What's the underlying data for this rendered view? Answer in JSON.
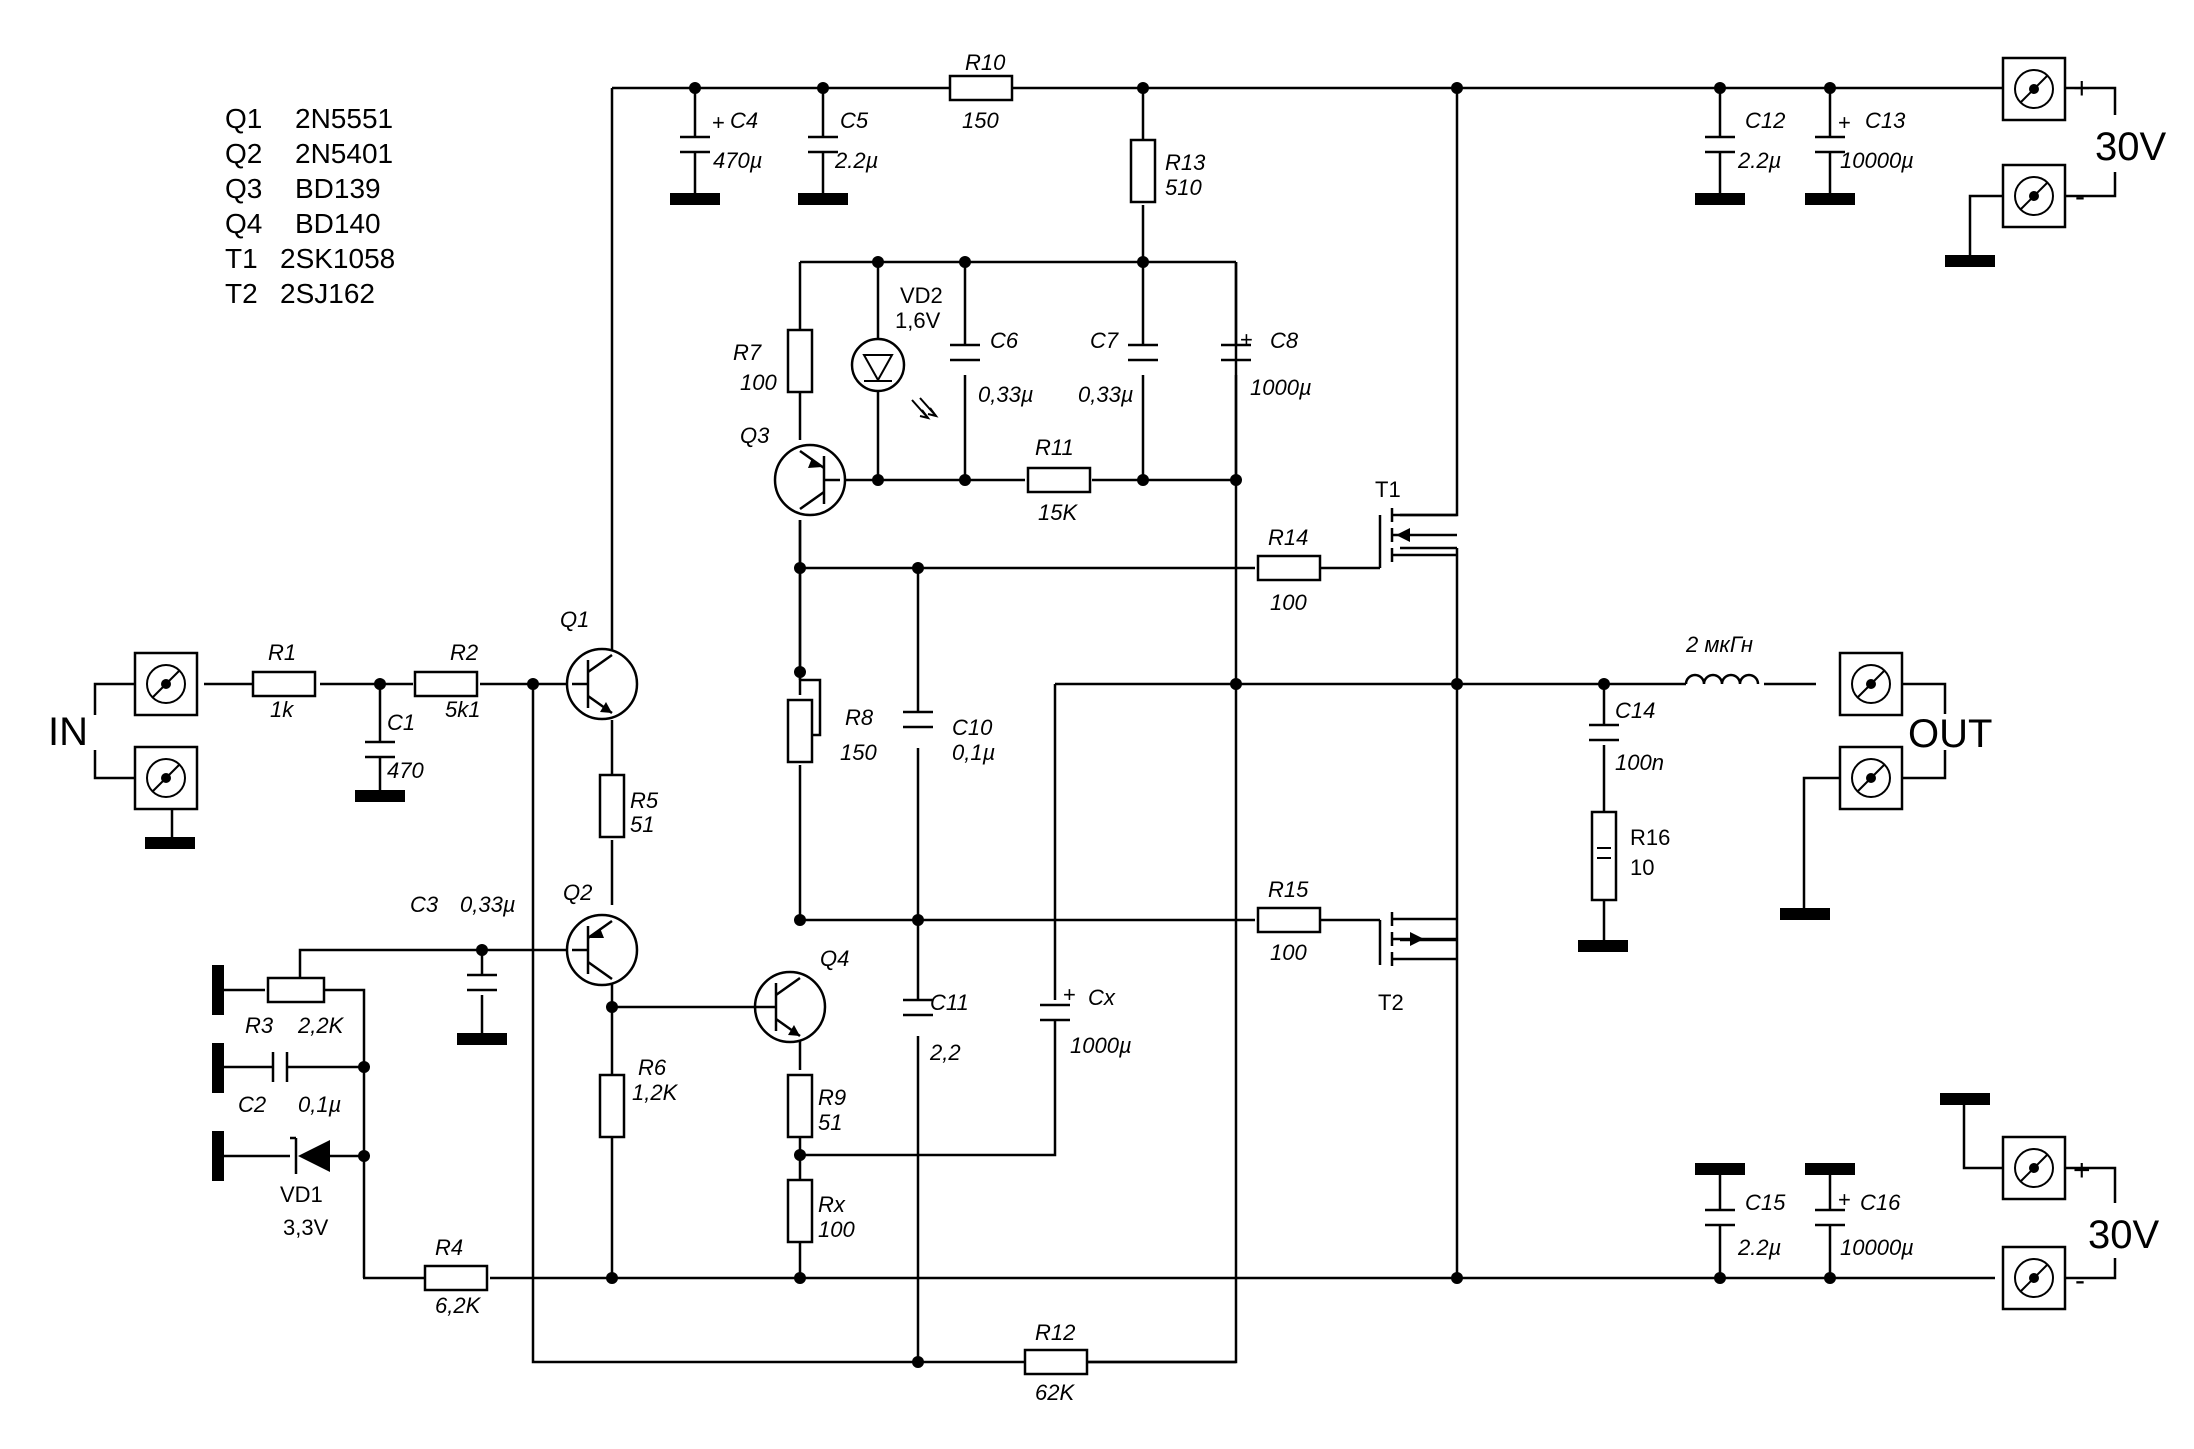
{
  "bom": [
    {
      "ref": "Q1",
      "part": "2N5551"
    },
    {
      "ref": "Q2",
      "part": "2N5401"
    },
    {
      "ref": "Q3",
      "part": "BD139"
    },
    {
      "ref": "Q4",
      "part": "BD140"
    },
    {
      "ref": "T1",
      "part": "2SK1058"
    },
    {
      "ref": "T2",
      "part": "2SJ162"
    }
  ],
  "terminals": {
    "in": "IN",
    "out": "OUT",
    "supply_top": "30V",
    "supply_bottom": "30V",
    "plus": "+",
    "minus": "-"
  },
  "components": {
    "R1": {
      "name": "R1",
      "value": "1k"
    },
    "R2": {
      "name": "R2",
      "value": "5k1"
    },
    "C1": {
      "name": "C1",
      "value": "470"
    },
    "Q1": {
      "name": "Q1"
    },
    "Q2": {
      "name": "Q2"
    },
    "Q3": {
      "name": "Q3"
    },
    "Q4": {
      "name": "Q4"
    },
    "R5": {
      "name": "R5",
      "value": "51"
    },
    "C3": {
      "name": "C3",
      "value": "0,33µ"
    },
    "R3": {
      "name": "R3",
      "value": "2,2K"
    },
    "C2": {
      "name": "C2",
      "value": "0,1µ"
    },
    "VD1": {
      "name": "VD1",
      "value": "3,3V"
    },
    "R4": {
      "name": "R4",
      "value": "6,2K"
    },
    "R6": {
      "name": "R6",
      "value": "1,2K"
    },
    "R12": {
      "name": "R12",
      "value": "62K"
    },
    "C4": {
      "name": "C4",
      "value": "470µ"
    },
    "C5": {
      "name": "C5",
      "value": "2.2µ"
    },
    "R10": {
      "name": "R10",
      "value": "150"
    },
    "R13": {
      "name": "R13",
      "value": "510"
    },
    "R7": {
      "name": "R7",
      "value": "100"
    },
    "VD2": {
      "name": "VD2",
      "value": "1,6V"
    },
    "C6": {
      "name": "C6",
      "value": "0,33µ"
    },
    "C7": {
      "name": "C7",
      "value": "0,33µ"
    },
    "C8": {
      "name": "C8",
      "value": "1000µ"
    },
    "R11": {
      "name": "R11",
      "value": "15K"
    },
    "R14": {
      "name": "R14",
      "value": "100"
    },
    "R8": {
      "name": "R8",
      "value": "150"
    },
    "C10": {
      "name": "C10",
      "value": "0,1µ"
    },
    "C11": {
      "name": "C11",
      "value": "2,2"
    },
    "R9": {
      "name": "R9",
      "value": "51"
    },
    "Rx": {
      "name": "Rx",
      "value": "100"
    },
    "Cx": {
      "name": "Cx",
      "value": "1000µ"
    },
    "R15": {
      "name": "R15",
      "value": "100"
    },
    "T1": {
      "name": "T1"
    },
    "T2": {
      "name": "T2"
    },
    "L1": {
      "value": "2 мкГн"
    },
    "C14": {
      "name": "C14",
      "value": "100n"
    },
    "R16": {
      "name": "R16",
      "value": "10"
    },
    "C12": {
      "name": "C12",
      "value": "2.2µ"
    },
    "C13": {
      "name": "C13",
      "value": "10000µ"
    },
    "C15": {
      "name": "C15",
      "value": "2.2µ"
    },
    "C16": {
      "name": "C16",
      "value": "10000µ"
    }
  }
}
